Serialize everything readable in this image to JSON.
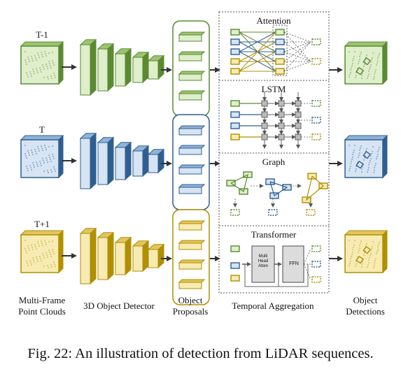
{
  "frames": [
    {
      "label": "T-1",
      "color": "#5a8a32",
      "fill": "#dfeecb",
      "fill_dark": "#9cc46f"
    },
    {
      "label": "T",
      "color": "#2f5f91",
      "fill": "#d6e4f3",
      "fill_dark": "#8fb3da"
    },
    {
      "label": "T+1",
      "color": "#b08f00",
      "fill": "#f7ebb3",
      "fill_dark": "#e2c65c"
    }
  ],
  "column_labels": {
    "point_clouds": [
      "Multi-Frame",
      "Point Clouds"
    ],
    "detector": "3D Object Detector",
    "proposals": [
      "Object",
      "Proposals"
    ],
    "aggregation": "Temporal Aggregation",
    "detections": [
      "Object",
      "Detections"
    ]
  },
  "panels": {
    "attention": "Attention",
    "lstm": "LSTM",
    "graph": "Graph",
    "transformer": "Transformer"
  },
  "transformer_blocks": {
    "mha": [
      "Multi",
      "Head",
      "Atten"
    ],
    "ffn": "FFN"
  },
  "caption": "Fig. 22: An illustration of detection from LiDAR sequences.",
  "colors": {
    "arrow": "#333333",
    "gray": "#777777",
    "gray_fill": "#dcdcdc"
  }
}
